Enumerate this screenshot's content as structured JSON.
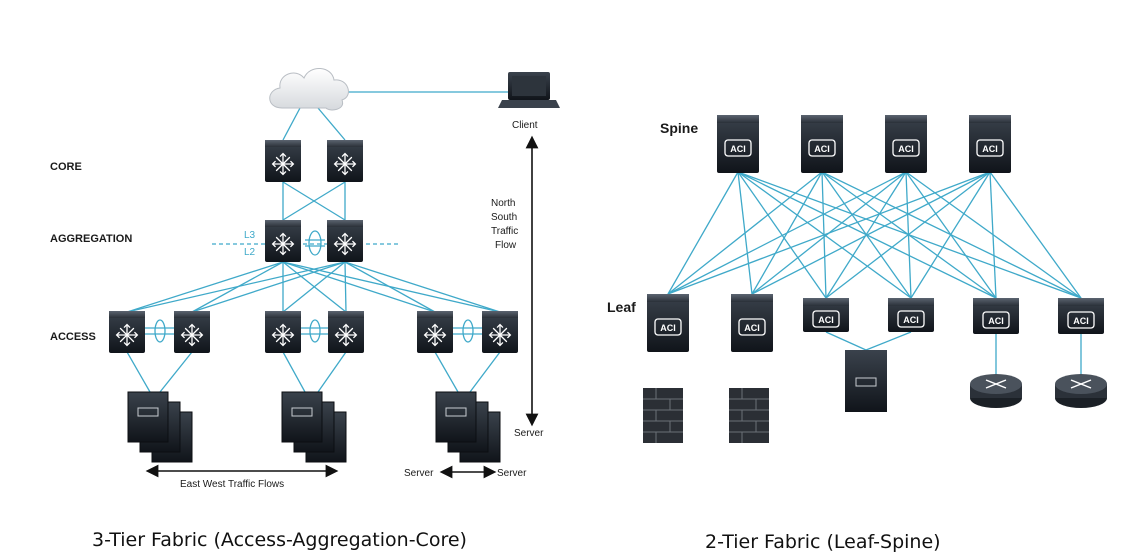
{
  "left": {
    "core_label": "CORE",
    "aggregation_label": "AGGREGATION",
    "access_label": "ACCESS",
    "l3_label": "L3",
    "l2_label": "L2",
    "client_label": "Client",
    "north_south": [
      "North",
      "South",
      "Traffic",
      "Flow"
    ],
    "server_label": "Server",
    "server_server_left": "Server",
    "server_server_right": "Server",
    "east_west": "East West Traffic Flows",
    "caption": "3-Tier Fabric (Access-Aggregation-Core)"
  },
  "right": {
    "spine_label": "Spine",
    "leaf_label": "Leaf",
    "aci_text": "ACI",
    "caption": "2-Tier Fabric (Leaf-Spine)"
  },
  "colors": {
    "link": "#3fa9c9",
    "device": "#1b2026",
    "accent_red": "#c0392b"
  }
}
